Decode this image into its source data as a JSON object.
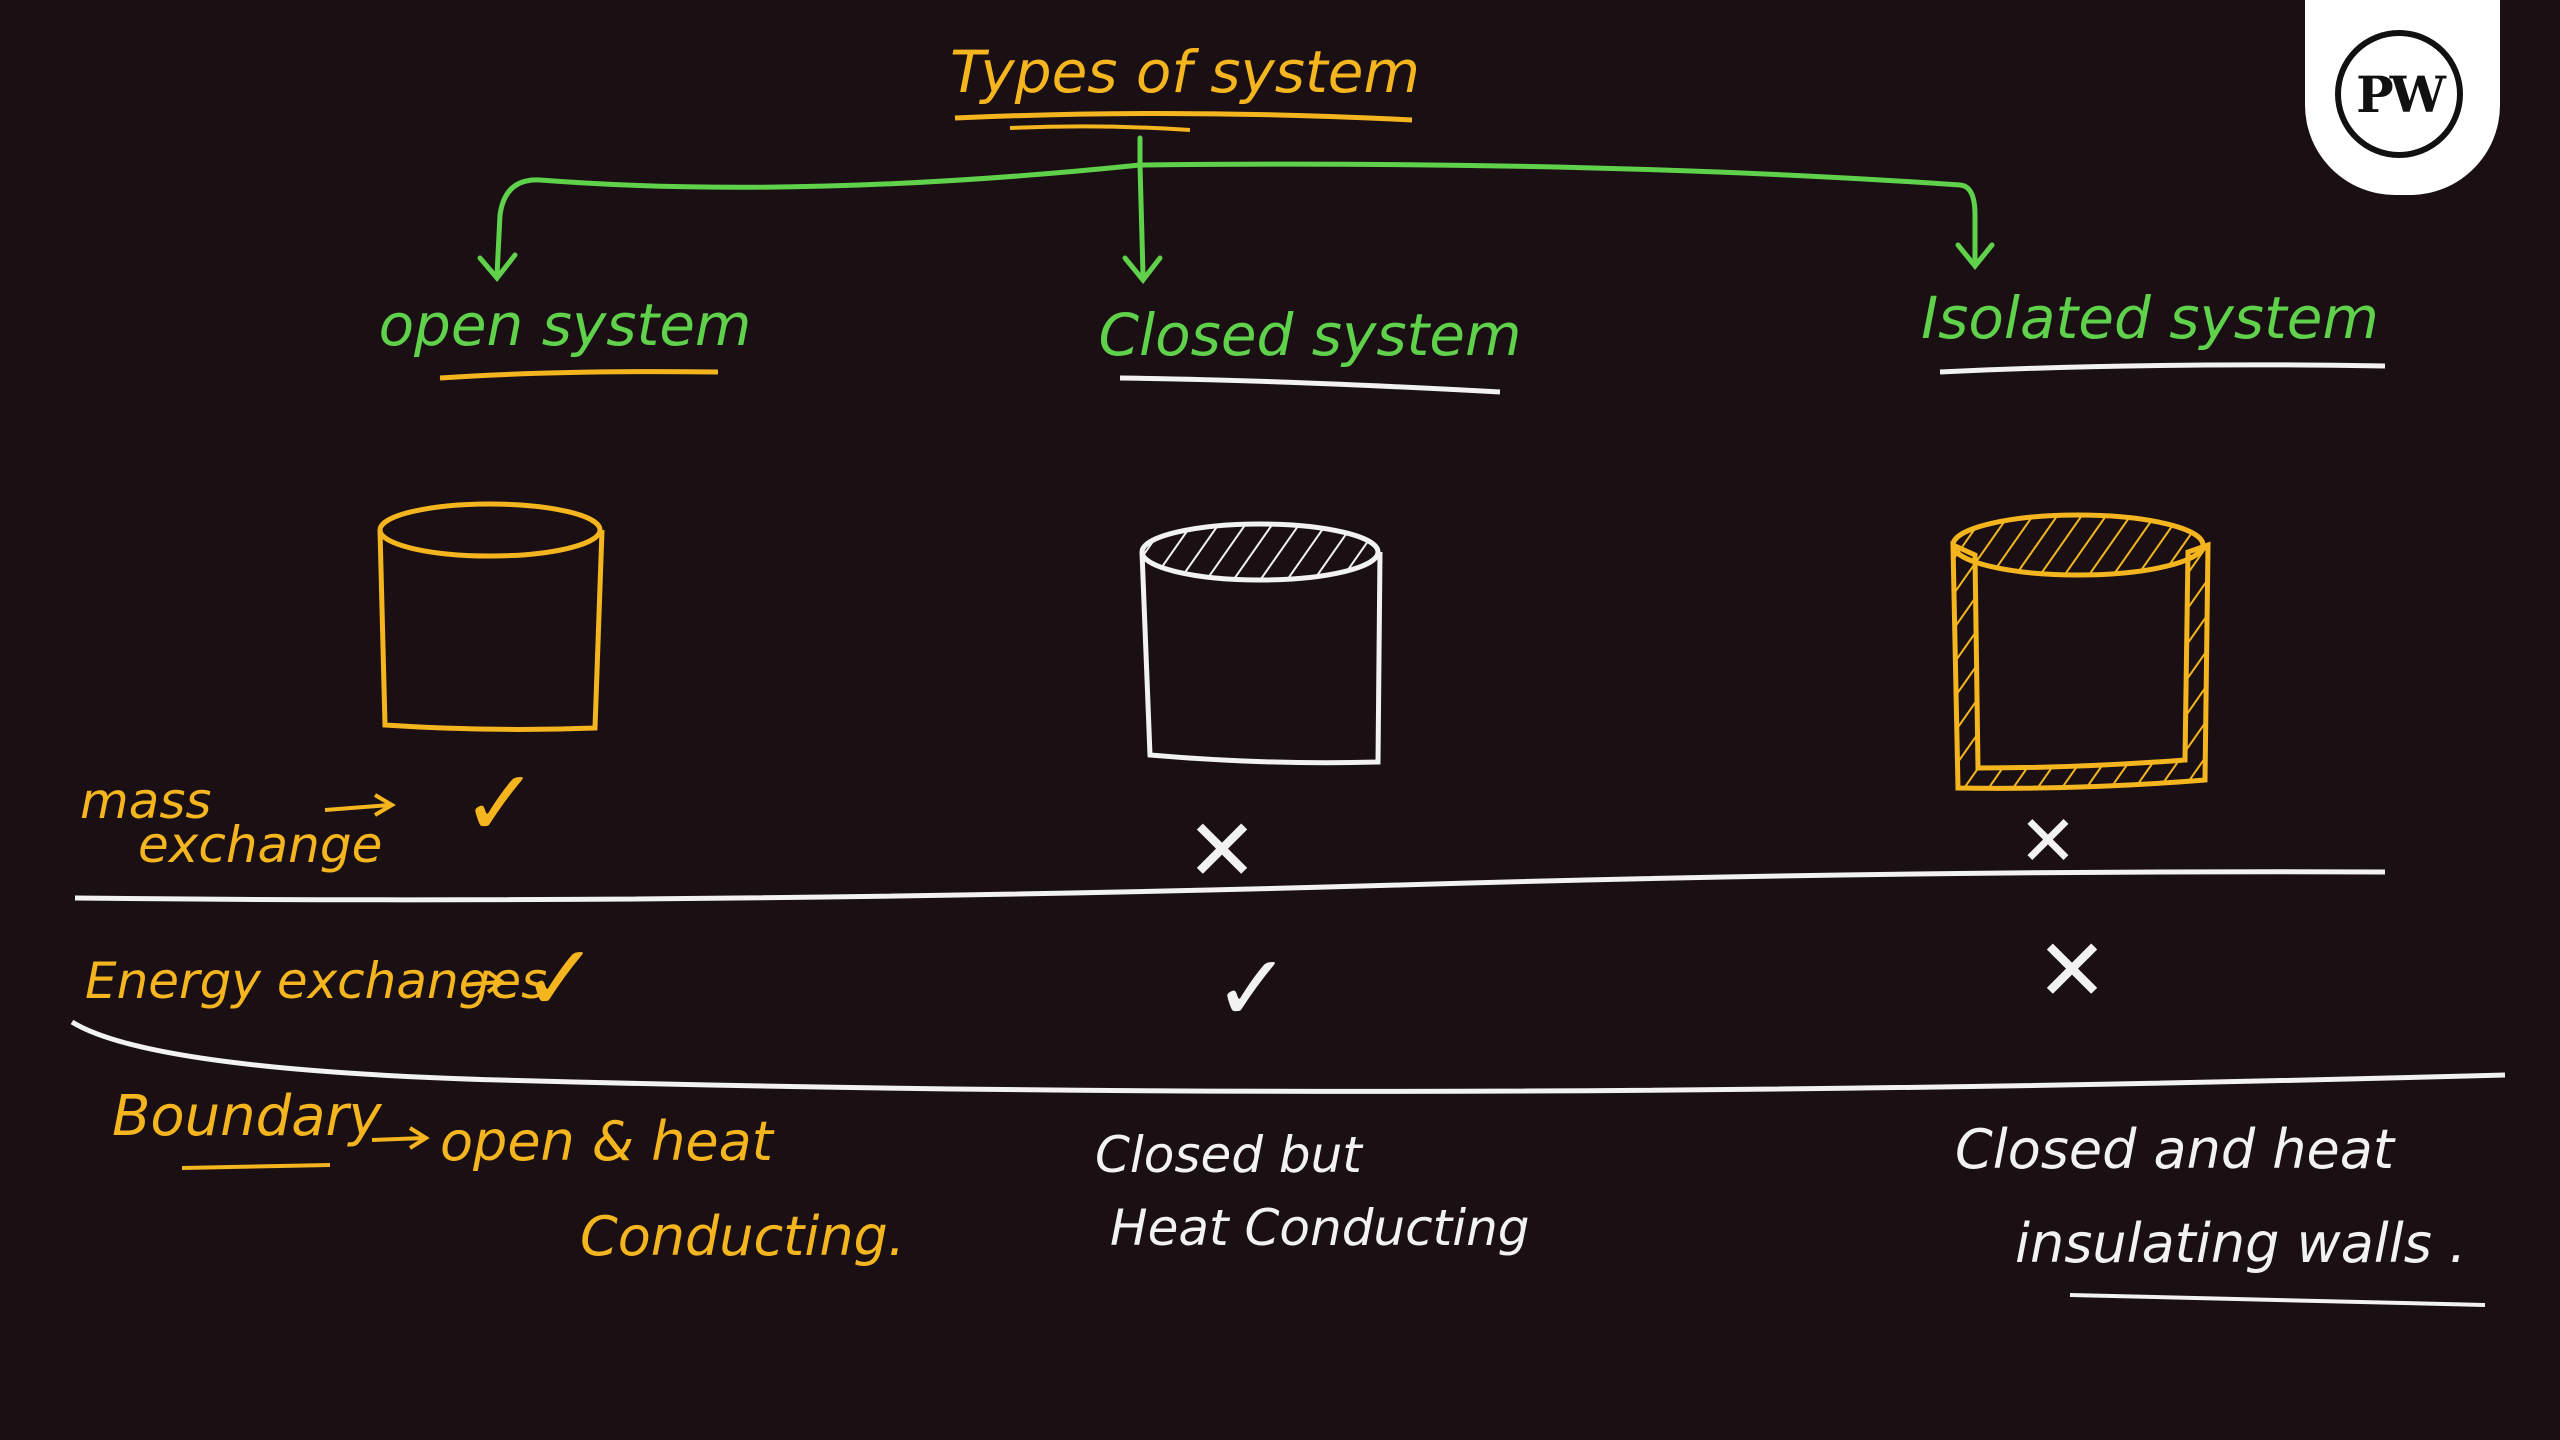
{
  "title": "Types of system",
  "columns": [
    {
      "heading": "open system",
      "mass": "✓",
      "energy": "✓"
    },
    {
      "heading": "Closed system",
      "mass": "✕",
      "energy": "✓"
    },
    {
      "heading": "Isolated system",
      "mass": "✕",
      "energy": "✕"
    }
  ],
  "rows": {
    "mass_line1": "mass",
    "mass_line2": "exchange",
    "energy": "Energy exchanges",
    "boundary": "Boundary"
  },
  "boundary_notes": {
    "open_line1": "open & heat",
    "open_line2": "Conducting.",
    "closed_line1": "Closed but",
    "closed_line2": "Heat Conducting",
    "isolated_line1": "Closed and heat",
    "isolated_line2": "insulating walls ."
  },
  "logo": {
    "text": "PW"
  },
  "colors": {
    "background": "#1a1014",
    "yellow": "#f5b51f",
    "green": "#5fd14b",
    "white": "#f2f2f2"
  }
}
